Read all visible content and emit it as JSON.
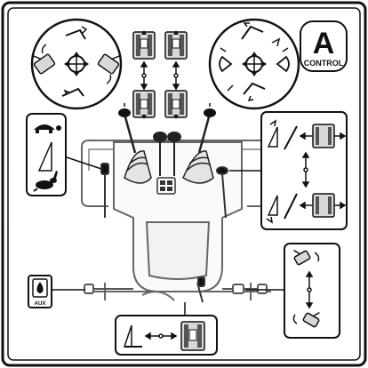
{
  "badge": {
    "letter": "A",
    "caption": "CONTROL"
  },
  "icons": {
    "left_circle": "left-joystick-excavator-pattern-icon",
    "right_circle": "right-joystick-excavator-pattern-icon",
    "left_top_motion": "arm-in-out-icon",
    "speed_panel": "turtle-rabbit-speed-icon",
    "right_side_panel": "dozer-blade-angle-icon",
    "bottom_right_panel": "boom-swing-icon",
    "bottom_panel": "blade-travel-icon",
    "aux_panel": "aux-hydraulics-icon"
  },
  "aux_label": "AUX",
  "colors": {
    "line": "#111111",
    "machine_outline": "#555555",
    "panel_fill": "#ffffff",
    "shade": "#cfcfcf",
    "dark": "#1a1a1a"
  }
}
